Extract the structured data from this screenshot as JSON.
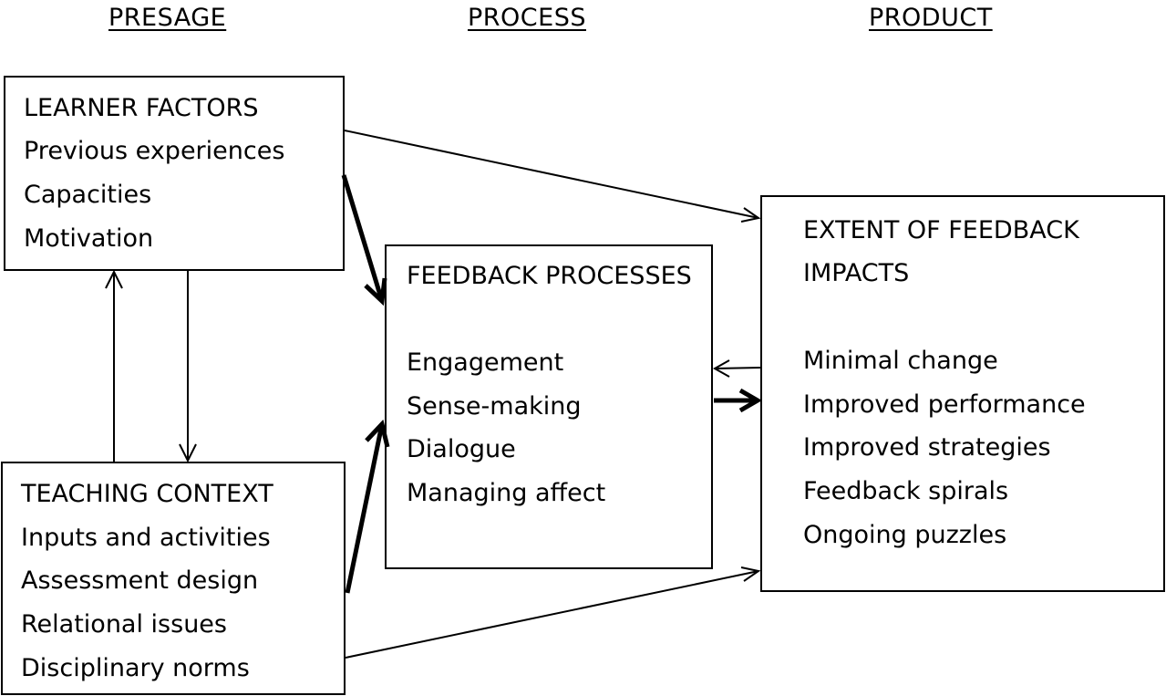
{
  "columns": {
    "presage": "PRESAGE",
    "process": "PROCESS",
    "product": "PRODUCT"
  },
  "learner": {
    "heading": "LEARNER FACTORS",
    "items": [
      "Previous experiences",
      "Capacities",
      "Motivation"
    ]
  },
  "teaching": {
    "heading": "TEACHING CONTEXT",
    "items": [
      "Inputs and activities",
      "Assessment design",
      "Relational issues",
      "Disciplinary norms"
    ]
  },
  "feedback": {
    "heading": "FEEDBACK PROCESSES",
    "items": [
      "Engagement",
      "Sense-making",
      "Dialogue",
      "Managing affect"
    ]
  },
  "impacts": {
    "heading_line1": "EXTENT OF FEEDBACK",
    "heading_line2": "IMPACTS",
    "items": [
      "Minimal change",
      "Improved performance",
      "Improved strategies",
      "Feedback spirals",
      "Ongoing puzzles"
    ]
  }
}
